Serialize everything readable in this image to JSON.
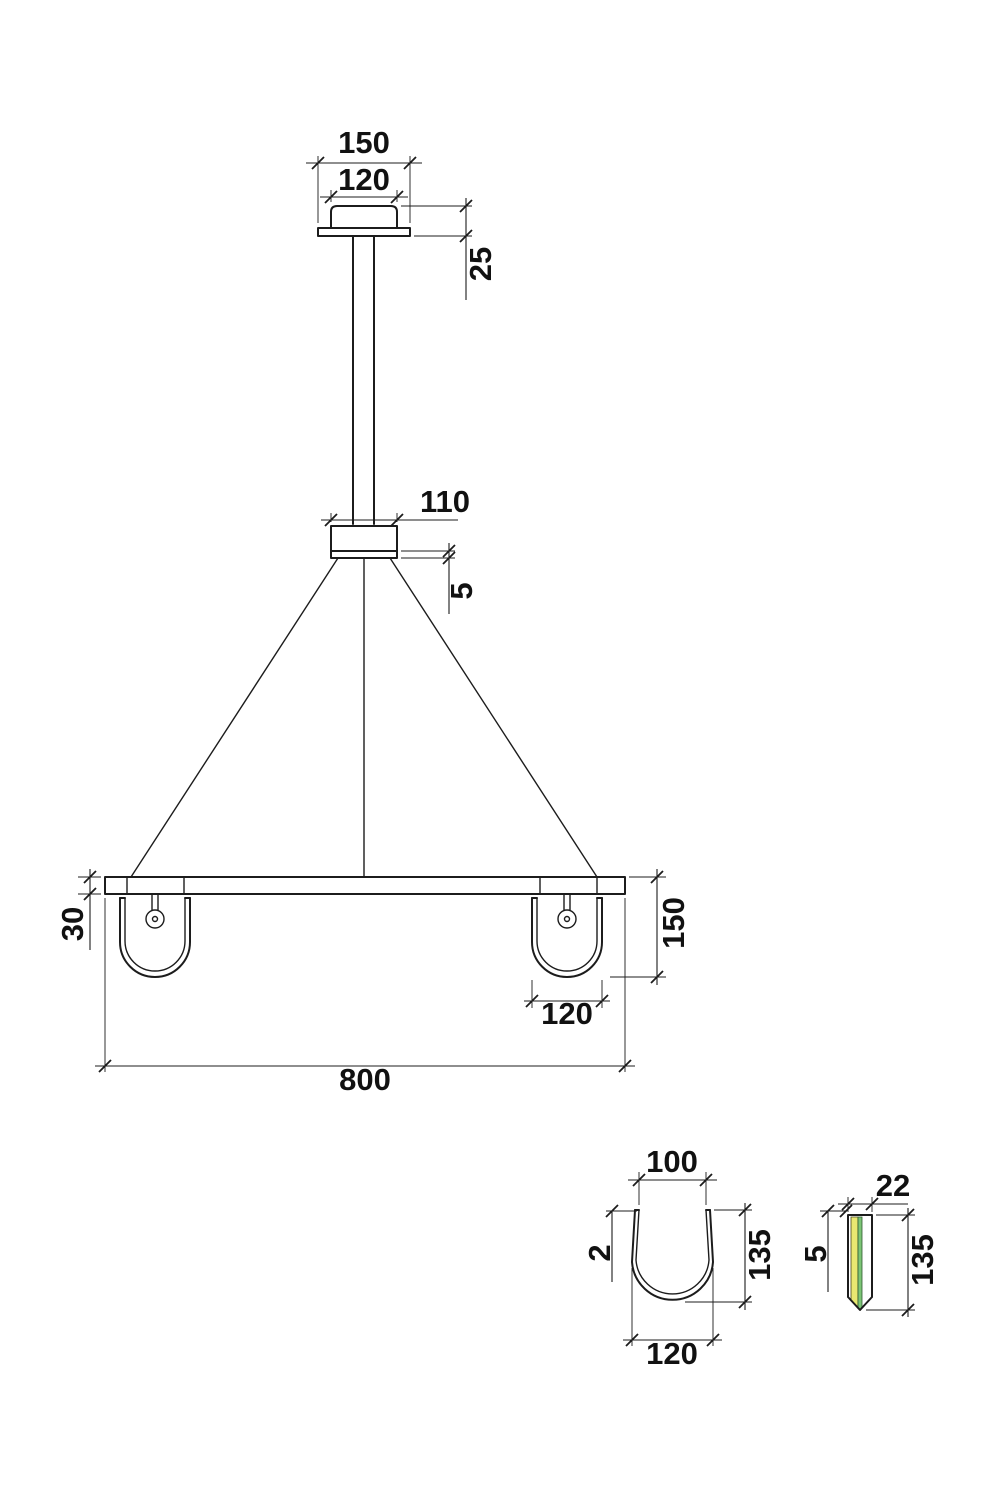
{
  "meta": {
    "description": "Pendant chandelier technical dimension drawing"
  },
  "colors": {
    "line": "#1c1c1c",
    "text": "#111111",
    "led_strip_yellow": "#e9e871",
    "led_strip_green": "#7cc576",
    "background": "#ffffff"
  },
  "main_view": {
    "dim_canopy_width": "150",
    "dim_canopy_inner_width": "120",
    "dim_canopy_height": "25",
    "dim_collar_width": "110",
    "dim_collar_plate_thickness": "5",
    "dim_ring_profile_height": "30",
    "dim_ring_overall_height": "150",
    "dim_shade_width": "120",
    "dim_fixture_width": "800"
  },
  "detail_shade_profile": {
    "dim_top_width": "100",
    "dim_wall_thickness": "2",
    "dim_height": "135",
    "dim_bottom_width": "120"
  },
  "detail_strip_profile": {
    "dim_width": "22",
    "dim_thickness": "5",
    "dim_height": "135"
  }
}
